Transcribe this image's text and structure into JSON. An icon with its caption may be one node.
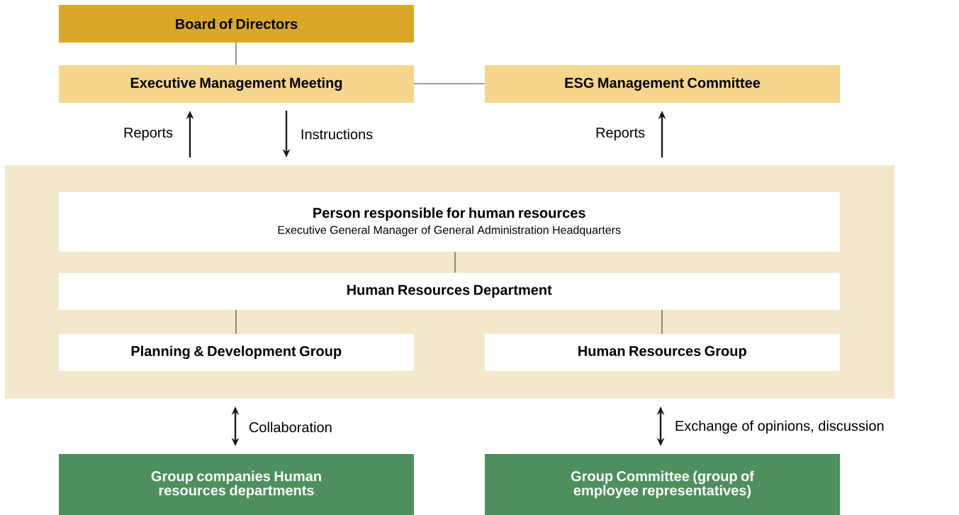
{
  "diagram": {
    "nodes": [
      {
        "text": [
          "Board of Directors"
        ]
      },
      {
        "text": [
          "Executive Management Meeting"
        ]
      },
      {
        "text": [
          "ESG Management Committee"
        ]
      },
      {
        "text": [],
        "shape": "box"
      },
      {
        "text": [
          "Person responsible for human resources",
          "Executive General Manager of General Administration Headquarters"
        ],
        "in": 3
      },
      {
        "text": [
          "Human Resources Department"
        ],
        "in": 3
      },
      {
        "text": [
          "Planning & Development Group"
        ],
        "in": 3
      },
      {
        "text": [
          "Human Resources Group"
        ],
        "in": 3
      },
      {
        "text": [
          "Group companies Human resources departments"
        ]
      },
      {
        "text": [
          "Group Committee (group of employee representatives)"
        ]
      }
    ],
    "edges": [
      {
        "from": 0,
        "to": 1,
        "arrow": "none"
      },
      {
        "from": 1,
        "to": 2,
        "arrow": "none"
      },
      {
        "from": 3,
        "to": 1,
        "arrow": "to",
        "label": "Reports"
      },
      {
        "from": 1,
        "to": 3,
        "arrow": "to",
        "label": "Instructions"
      },
      {
        "from": 3,
        "to": 2,
        "arrow": "to",
        "label": "Reports"
      },
      {
        "from": 4,
        "to": 5,
        "arrow": "none"
      },
      {
        "from": 5,
        "to": 6,
        "arrow": "none"
      },
      {
        "from": 5,
        "to": 7,
        "arrow": "none"
      },
      {
        "from": 3,
        "to": 8,
        "arrow": "both",
        "label": "Collaboration"
      },
      {
        "from": 3,
        "to": 9,
        "arrow": "both",
        "label": "Exchange of opinions, discussion"
      }
    ]
  }
}
